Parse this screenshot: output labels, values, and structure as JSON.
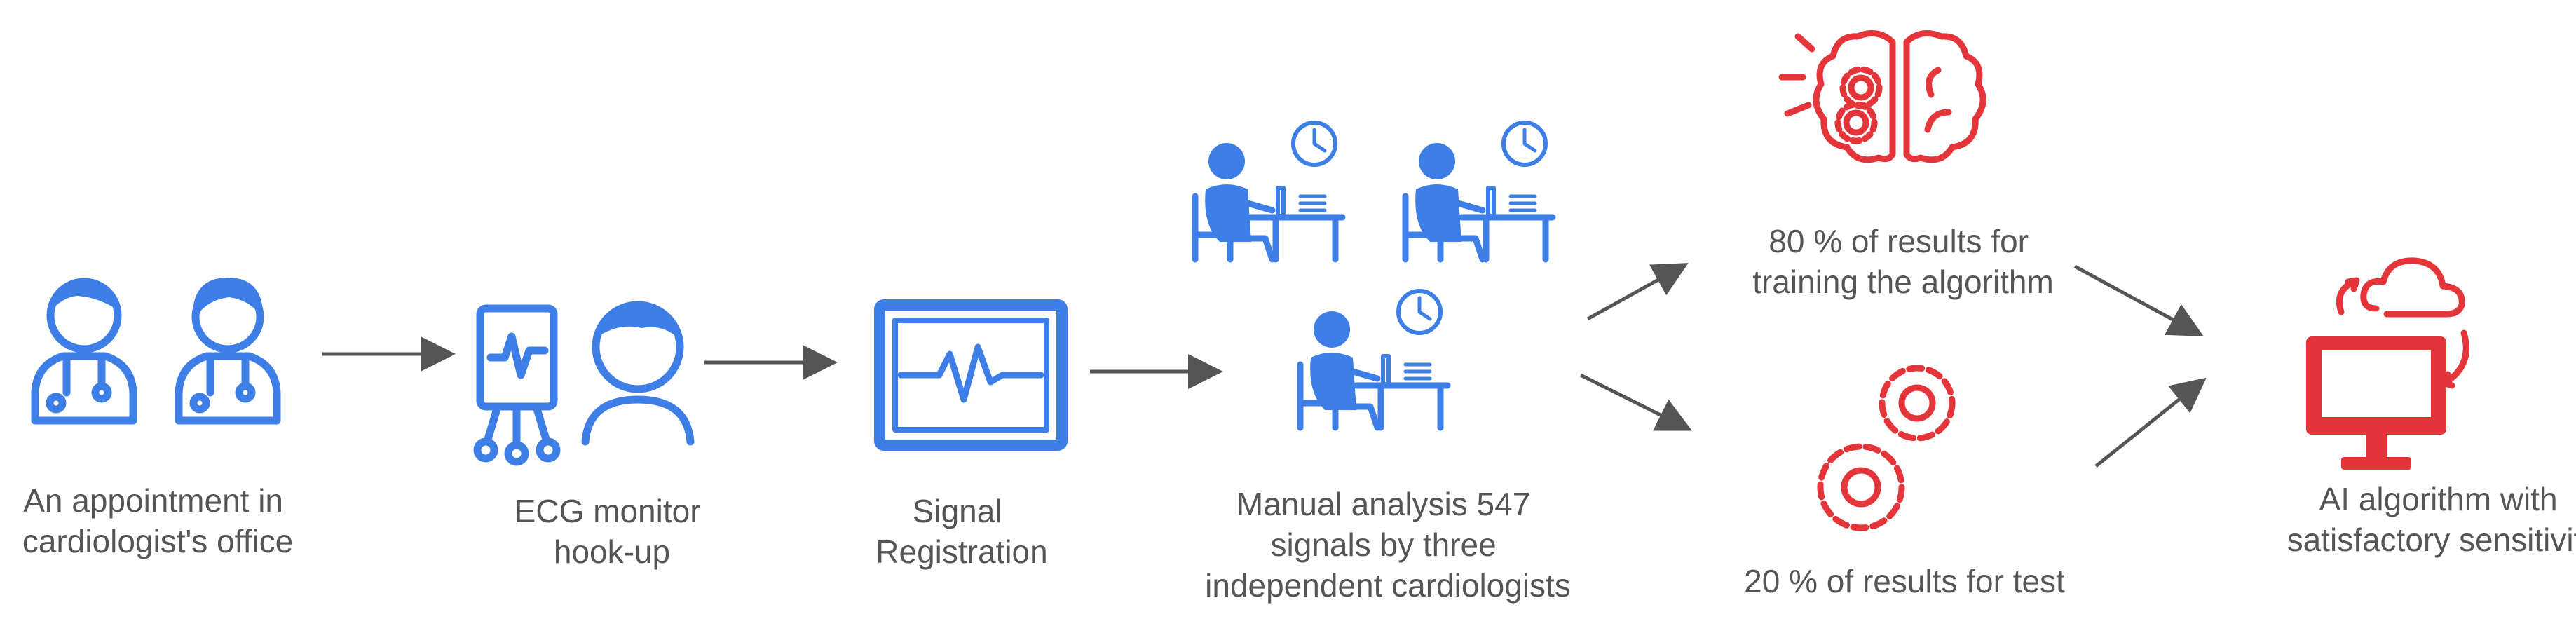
{
  "steps": [
    {
      "id": "appointment",
      "label_lines": [
        "An appointment in",
        "cardiologist's office"
      ]
    },
    {
      "id": "hookup",
      "label_lines": [
        "ECG monitor",
        "hook-up"
      ]
    },
    {
      "id": "registration",
      "label_lines": [
        "Signal",
        "Registration"
      ]
    },
    {
      "id": "analysis",
      "label_lines": [
        "Manual analysis 547",
        "signals by three",
        "independent cardiologists"
      ]
    },
    {
      "id": "training",
      "label_lines": [
        "80 % of results for",
        "training the algorithm"
      ]
    },
    {
      "id": "test",
      "label_lines": [
        "20 % of results for test"
      ]
    },
    {
      "id": "result",
      "label_lines": [
        "AI algorithm with",
        "satisfactory sensitivity"
      ]
    }
  ],
  "icons": {
    "appointment": [
      "doctor-male-icon",
      "doctor-female-icon"
    ],
    "hookup": [
      "ecg-monitor-icon",
      "patient-icon"
    ],
    "registration": [
      "ecg-screen-icon"
    ],
    "analysis": [
      "cardiologist-at-desk-icon",
      "cardiologist-at-desk-icon",
      "cardiologist-at-desk-icon"
    ],
    "training": [
      "brain-gears-icon"
    ],
    "test": [
      "gears-icon"
    ],
    "result": [
      "computer-cloud-sync-icon"
    ]
  },
  "colors": {
    "primary_blue": "#3d7fe6",
    "accent_red": "#e3353a",
    "text_gray": "#555555",
    "arrow_gray": "#555555"
  }
}
